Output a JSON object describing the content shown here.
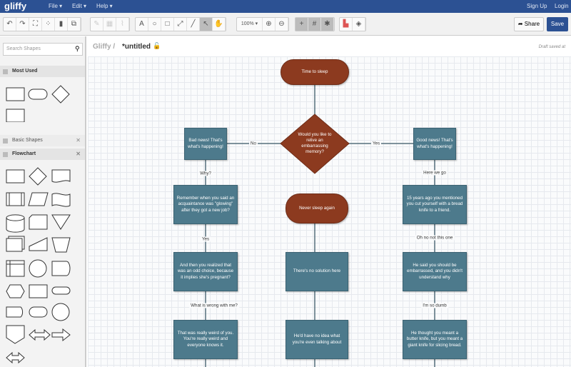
{
  "app": {
    "logo": "gliffy",
    "menus": [
      "File ▾",
      "Edit ▾",
      "Help ▾"
    ],
    "sign_up": "Sign Up",
    "login": "Login"
  },
  "toolbar": {
    "zoom": "100% ▾",
    "share": "Share",
    "save": "Save"
  },
  "sidebar": {
    "search_placeholder": "Search Shapes",
    "sections": [
      "Most Used",
      "Basic Shapes",
      "Flowchart"
    ]
  },
  "document": {
    "breadcrumb_root": "Gliffy /",
    "title": "*untitled",
    "status": "Draft saved at"
  },
  "diagram": {
    "start": "Time to sleep",
    "decision": "Would you like to relive an embarrassing memory?",
    "no_label": "No",
    "yes_label": "Yes",
    "bad": "Bad news! That's what's happening!",
    "good": "Good news! That's what's happening!",
    "never": "Never sleep again",
    "left": [
      "Remember when you said an acquaintance was \"glowing\" after they got a new job?",
      "And then you realized that was an odd choice, because it implies she's pregnant?",
      "That was really weird of you. You're really weird and everyone knows it."
    ],
    "left_labels": [
      "Why?",
      "Yes",
      "What is wrong with me?"
    ],
    "center": [
      "There's no solution here",
      "He'd have no idea what you're even talking about"
    ],
    "right": [
      "15 years ago you mentioned you cut yourself with a bread knife to a friend.",
      "He said you should be embarrassed, and you didn't understand why",
      "He thought you meant a butter knife, but you meant a giant knife for slicing bread."
    ],
    "right_labels": [
      "Here we go",
      "Oh no not this one",
      "I'm so dumb"
    ]
  },
  "colors": {
    "header": "#2c5193",
    "process": "#4d7a8c",
    "terminal": "#8c3a1f"
  }
}
